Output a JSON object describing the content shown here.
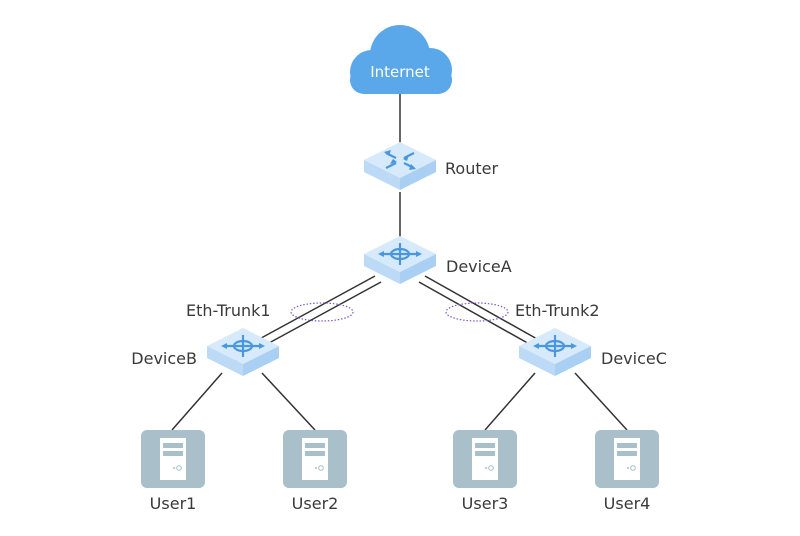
{
  "diagram": {
    "type": "network-topology",
    "colors": {
      "cloud": "#5aa7ea",
      "device_top": "#d6eafb",
      "device_left": "#bcdaf6",
      "device_right": "#a9cff3",
      "device_glyph": "#4a97e0",
      "user_box": "#a9bfc9",
      "link": "#333333",
      "trunk_ellipse": "#7a5cc4",
      "label": "#3a3a3a"
    },
    "nodes": {
      "internet": {
        "label": "Internet",
        "kind": "cloud"
      },
      "router": {
        "label": "Router",
        "kind": "router"
      },
      "deviceA": {
        "label": "DeviceA",
        "kind": "switch"
      },
      "deviceB": {
        "label": "DeviceB",
        "kind": "switch"
      },
      "deviceC": {
        "label": "DeviceC",
        "kind": "switch"
      },
      "user1": {
        "label": "User1",
        "kind": "host"
      },
      "user2": {
        "label": "User2",
        "kind": "host"
      },
      "user3": {
        "label": "User3",
        "kind": "host"
      },
      "user4": {
        "label": "User4",
        "kind": "host"
      }
    },
    "links": [
      {
        "from": "internet",
        "to": "router",
        "style": "single"
      },
      {
        "from": "router",
        "to": "deviceA",
        "style": "single"
      },
      {
        "from": "deviceA",
        "to": "deviceB",
        "style": "double",
        "trunk": "Eth-Trunk1"
      },
      {
        "from": "deviceA",
        "to": "deviceC",
        "style": "double",
        "trunk": "Eth-Trunk2"
      },
      {
        "from": "deviceB",
        "to": "user1",
        "style": "single"
      },
      {
        "from": "deviceB",
        "to": "user2",
        "style": "single"
      },
      {
        "from": "deviceC",
        "to": "user3",
        "style": "single"
      },
      {
        "from": "deviceC",
        "to": "user4",
        "style": "single"
      }
    ],
    "trunks": {
      "trunk1": {
        "label": "Eth-Trunk1"
      },
      "trunk2": {
        "label": "Eth-Trunk2"
      }
    }
  }
}
